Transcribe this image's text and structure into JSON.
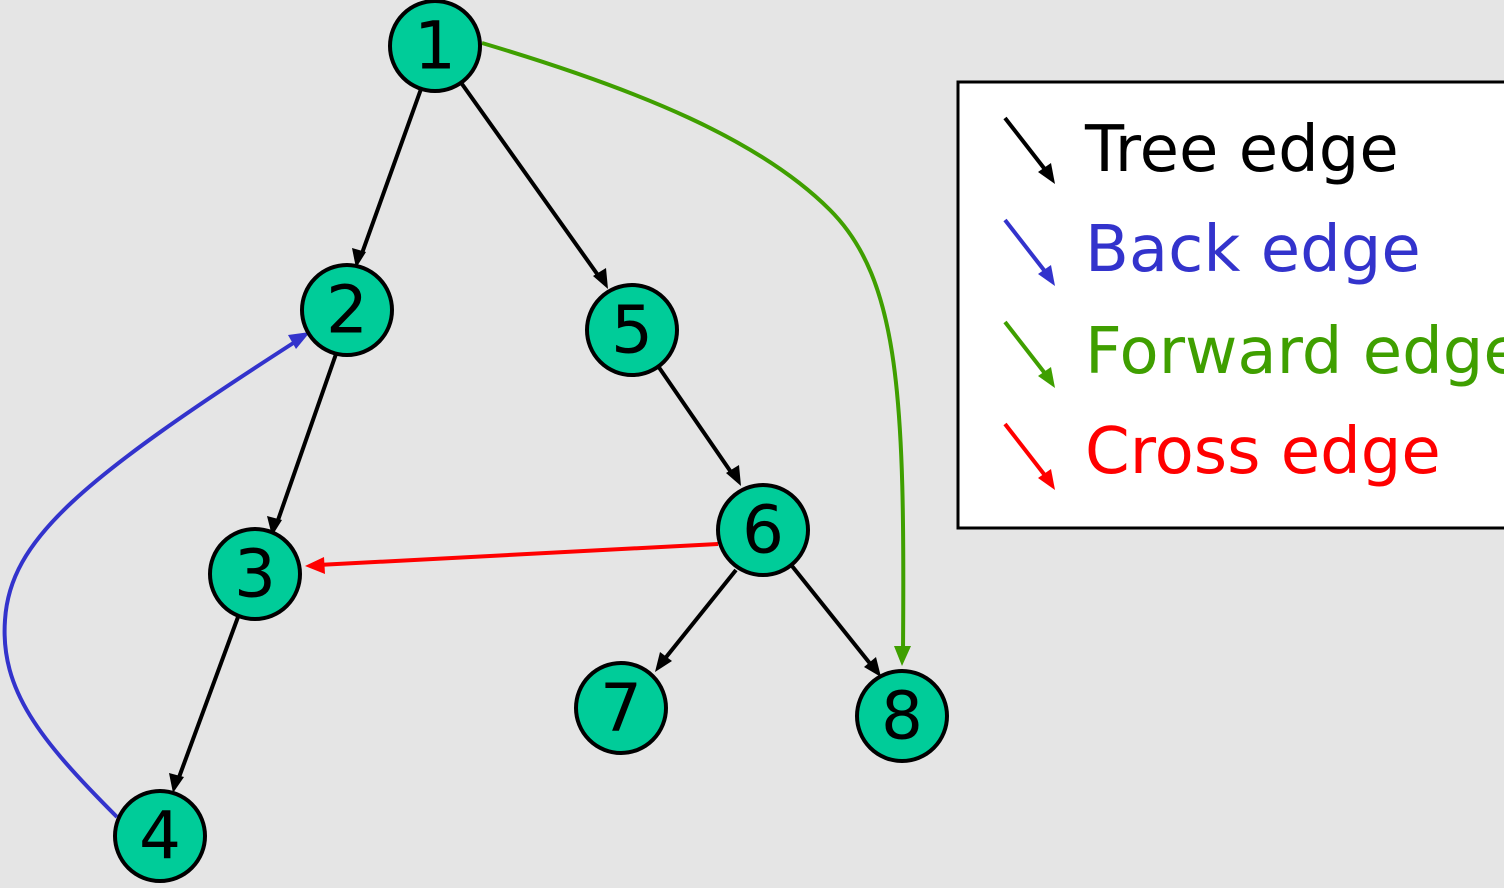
{
  "colors": {
    "background": "#e5e5e5",
    "node_fill": "#00cc99",
    "node_stroke": "#000000",
    "tree": "#000000",
    "back": "#3333cc",
    "forward": "#3f9f00",
    "cross": "#ff0000"
  },
  "nodes": [
    {
      "id": "1",
      "label": "1"
    },
    {
      "id": "2",
      "label": "2"
    },
    {
      "id": "3",
      "label": "3"
    },
    {
      "id": "4",
      "label": "4"
    },
    {
      "id": "5",
      "label": "5"
    },
    {
      "id": "6",
      "label": "6"
    },
    {
      "id": "7",
      "label": "7"
    },
    {
      "id": "8",
      "label": "8"
    }
  ],
  "edges": [
    {
      "from": "1",
      "to": "2",
      "type": "tree"
    },
    {
      "from": "2",
      "to": "3",
      "type": "tree"
    },
    {
      "from": "3",
      "to": "4",
      "type": "tree"
    },
    {
      "from": "1",
      "to": "5",
      "type": "tree"
    },
    {
      "from": "5",
      "to": "6",
      "type": "tree"
    },
    {
      "from": "6",
      "to": "7",
      "type": "tree"
    },
    {
      "from": "6",
      "to": "8",
      "type": "tree"
    },
    {
      "from": "4",
      "to": "2",
      "type": "back"
    },
    {
      "from": "1",
      "to": "8",
      "type": "forward"
    },
    {
      "from": "6",
      "to": "3",
      "type": "cross"
    }
  ],
  "legend": {
    "items": [
      {
        "type": "tree",
        "label": "Tree edge"
      },
      {
        "type": "back",
        "label": "Back edge"
      },
      {
        "type": "forward",
        "label": "Forward edge"
      },
      {
        "type": "cross",
        "label": "Cross edge"
      }
    ]
  }
}
